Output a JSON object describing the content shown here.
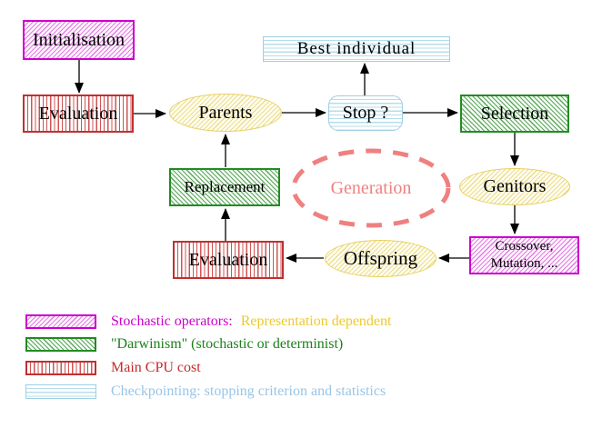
{
  "nodes": {
    "initialisation": "Initialisation",
    "evaluation_top": "Evaluation",
    "best_individual": "Best individual",
    "parents": "Parents",
    "stop": "Stop ?",
    "selection": "Selection",
    "replacement": "Replacement",
    "generation": "Generation",
    "genitors": "Genitors",
    "crossover_line1": "Crossover,",
    "crossover_line2": "Mutation, ...",
    "offspring": "Offspring",
    "evaluation_bottom": "Evaluation"
  },
  "legend": {
    "rows": [
      {
        "swatch": "magenta-hatch",
        "text1": "Stochastic operators:",
        "text2": "Representation dependent"
      },
      {
        "swatch": "green-hatch",
        "text1": "\"Darwinism\" (stochastic or determinist)",
        "text2": ""
      },
      {
        "swatch": "red-stripes",
        "text1": "Main CPU cost",
        "text2": ""
      },
      {
        "swatch": "cyan-stripes",
        "text1": "Checkpointing: stopping criterion and statistics",
        "text2": ""
      }
    ]
  },
  "colors": {
    "magenta": "#cc00cc",
    "green": "#228b22",
    "red": "#c03030",
    "cyan_border": "#9fcfe3",
    "yellow_border": "#e8d060",
    "gold_text": "#edc92b",
    "green_text": "#1d801d",
    "red_text": "#c42a2a",
    "cyan_text": "#99c5e6",
    "salmon": "#f08080",
    "arrow": "#000000"
  }
}
